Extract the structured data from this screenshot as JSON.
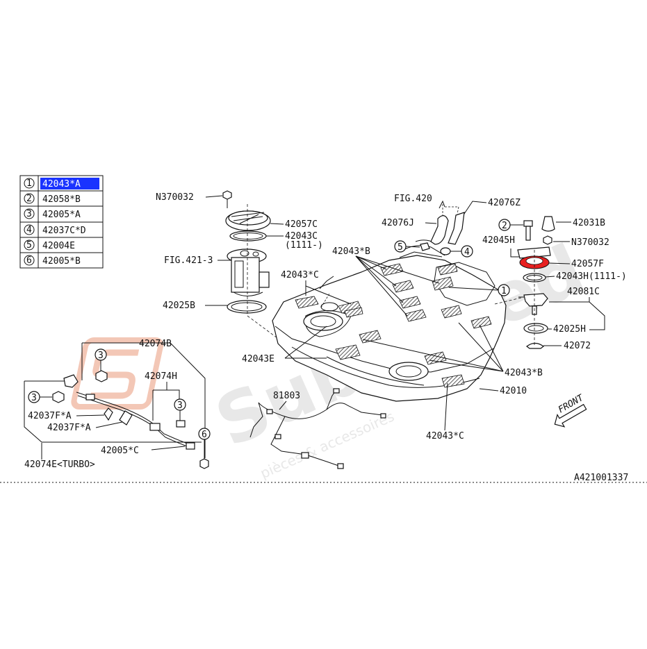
{
  "legend": [
    {
      "num": "1",
      "part": "42043*A",
      "selected": true
    },
    {
      "num": "2",
      "part": "42058*B",
      "selected": false
    },
    {
      "num": "3",
      "part": "42005*A",
      "selected": false
    },
    {
      "num": "4",
      "part": "42037C*D",
      "selected": false
    },
    {
      "num": "5",
      "part": "42004E",
      "selected": false
    },
    {
      "num": "6",
      "part": "42005*B",
      "selected": false
    }
  ],
  "colors": {
    "highlight": "#1a33ff",
    "selected_part": "#e82020",
    "line": "#111111",
    "watermark": "#ececec",
    "watermark_accent": "#f6cfc0"
  },
  "watermark": {
    "brand": "SubSpeed",
    "tagline": "pièces & accessoires"
  },
  "labels": {
    "n370032_left": "N370032",
    "p42057c": "42057C",
    "p42043c": "42043C",
    "p42043c_range": "(1111-)",
    "fig421": "FIG.421-3",
    "p42025b": "42025B",
    "p42043cb_top": "42043*C",
    "p42043b_top": "42043*B",
    "p42043e": "42043E",
    "fig420": "FIG.420",
    "p42076z": "42076Z",
    "p42076j": "42076J",
    "p42045h": "42045H",
    "p42031b": "42031B",
    "n370032_right": "N370032",
    "p42057f": "42057F",
    "p42043h": "42043H(1111-)",
    "p42081c": "42081C",
    "p42025h": "42025H",
    "p42072": "42072",
    "p42043b_right": "42043*B",
    "p42010": "42010",
    "p42043c_bottom": "42043*C",
    "p81803": "81803",
    "p42074b": "42074B",
    "p42074h": "42074H",
    "p42037fa_1": "42037F*A",
    "p42037fa_2": "42037F*A",
    "p42005c": "42005*C",
    "p42074e": "42074E<TURBO>",
    "front": "FRONT",
    "diagram_id": "A421001337"
  },
  "callouts": {
    "c1": "1",
    "c2": "2",
    "c3a": "3",
    "c3b": "3",
    "c3c": "3",
    "c4": "4",
    "c5": "5",
    "c6": "6"
  }
}
